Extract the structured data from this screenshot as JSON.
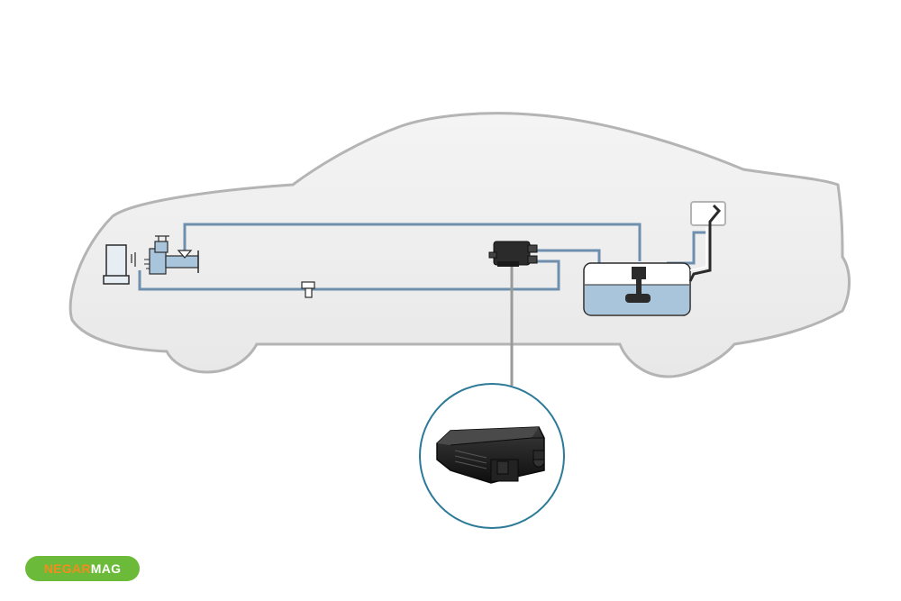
{
  "logo": {
    "part1": "NEGAR",
    "part2": "MAG"
  },
  "colors": {
    "car_fill": "#efefef",
    "car_outline": "#b4b4b4",
    "pipe": "#6e8fae",
    "component_blue": "#a9c5dc",
    "callout_ring": "#2c7a98",
    "canister": "#1b1b1b",
    "logo_bg": "#6cba3a",
    "logo_accent": "#f28c1e"
  },
  "components": [
    "engine-block",
    "throttle-body",
    "purge-valve",
    "charcoal-canister",
    "fuel-tank",
    "fuel-pump",
    "filler-neck"
  ]
}
